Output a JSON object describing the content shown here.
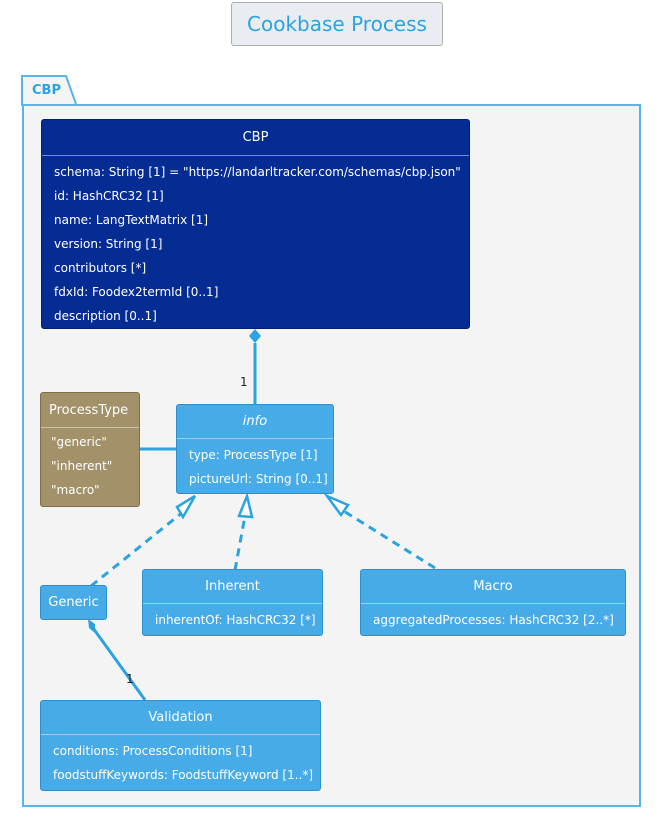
{
  "title": "Cookbase Process",
  "package": {
    "name": "CBP"
  },
  "classes": {
    "cbp": {
      "name": "CBP",
      "attributes": [
        "schema: String [1] = \"https://landarltracker.com/schemas/cbp.json\"",
        "id: HashCRC32 [1]",
        "name: LangTextMatrix [1]",
        "version: String [1]",
        "contributors [*]",
        "fdxId: Foodex2termId [0..1]",
        "description [0..1]"
      ]
    },
    "process_type": {
      "name": "ProcessType",
      "values": [
        "\"generic\"",
        "\"inherent\"",
        "\"macro\""
      ]
    },
    "info": {
      "name": "info",
      "attributes": [
        "type: ProcessType [1]",
        "pictureUrl: String [0..1]"
      ]
    },
    "generic": {
      "name": "Generic"
    },
    "inherent": {
      "name": "Inherent",
      "attributes": [
        "inherentOf: HashCRC32 [*]"
      ]
    },
    "macro": {
      "name": "Macro",
      "attributes": [
        "aggregatedProcesses: HashCRC32 [2..*]"
      ]
    },
    "validation": {
      "name": "Validation",
      "attributes": [
        "conditions: ProcessConditions [1]",
        "foodstuffKeywords: FoodstuffKeyword [1..*]"
      ]
    }
  },
  "relations": {
    "cbp_info_multiplicity": "1",
    "generic_validation_multiplicity": "1"
  },
  "colors": {
    "navy": "#052c93",
    "blue": "#47abe7",
    "tan": "#a3916a",
    "accent": "#2aa3de",
    "package_bg": "#f4f4f4"
  }
}
